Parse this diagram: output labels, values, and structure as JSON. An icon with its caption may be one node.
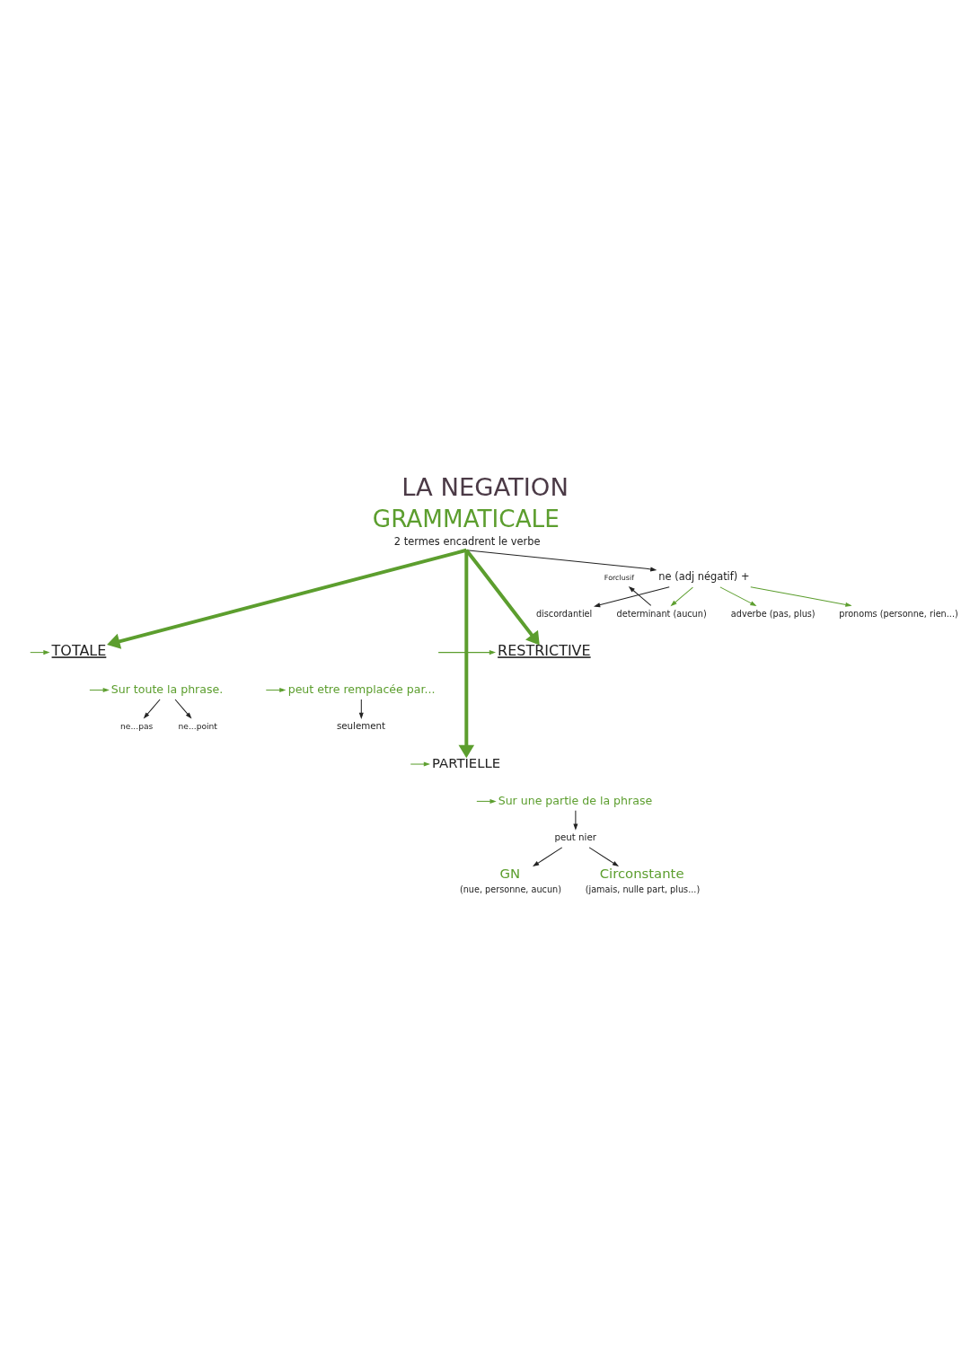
{
  "diagram": {
    "title": "LA NEGATION",
    "nodes": [
      {
        "text": [
          "GRAMMATICALE",
          "2 termes encadrent le verbe"
        ]
      },
      {
        "text": [
          "Forclusif"
        ]
      },
      {
        "text": [
          "ne (adj négatif) +"
        ]
      },
      {
        "text": [
          "determinant (aucun)"
        ]
      },
      {
        "text": [
          "adverbe (pas, plus)"
        ]
      },
      {
        "text": [
          "pronoms (personne, rien...)"
        ]
      },
      {
        "text": [
          "discordantiel"
        ]
      },
      {
        "text": [
          "TOTALE"
        ]
      },
      {
        "text": [
          "RESTRICTIVE"
        ]
      },
      {
        "text": [
          "Sur toute la phrase."
        ]
      },
      {
        "text": [
          "peut etre remplacée par..."
        ]
      },
      {
        "text": [
          "seulement"
        ]
      },
      {
        "text": [
          "ne...pas"
        ]
      },
      {
        "text": [
          "ne...point"
        ]
      },
      {
        "text": [
          "PARTIELLE"
        ]
      },
      {
        "text": [
          "Sur une partie de la phrase"
        ]
      },
      {
        "text": [
          "peut nier"
        ]
      },
      {
        "text": [
          "GN",
          "(nue, personne, aucun)"
        ]
      },
      {
        "text": [
          "Circonstante",
          "(jamais, nulle part, plus...)"
        ]
      }
    ],
    "edges": [
      {
        "from": 0,
        "to": 7,
        "arrow": "to",
        "style": "thick",
        "color": "#5c9e2e"
      },
      {
        "from": 0,
        "to": 14,
        "arrow": "to",
        "style": "thick",
        "color": "#5c9e2e"
      },
      {
        "from": 0,
        "to": 8,
        "arrow": "to",
        "style": "thick",
        "color": "#5c9e2e"
      },
      {
        "from": 0,
        "to": 2,
        "arrow": "to",
        "color": "#222222"
      },
      {
        "from": 2,
        "to": 6,
        "arrow": "to",
        "color": "#222222"
      },
      {
        "from": 2,
        "to": 3,
        "arrow": "to",
        "color": "#5c9e2e"
      },
      {
        "from": 2,
        "to": 4,
        "arrow": "to",
        "color": "#5c9e2e"
      },
      {
        "from": 2,
        "to": 5,
        "arrow": "to",
        "color": "#5c9e2e"
      },
      {
        "from": 3,
        "to": 1,
        "arrow": "to",
        "color": "#222222"
      },
      {
        "from": null,
        "to": 7,
        "arrow": "to",
        "color": "#5c9e2e"
      },
      {
        "from": null,
        "to": 8,
        "arrow": "to",
        "color": "#5c9e2e"
      },
      {
        "from": null,
        "to": 9,
        "arrow": "to",
        "color": "#5c9e2e"
      },
      {
        "from": null,
        "to": 10,
        "arrow": "to",
        "color": "#5c9e2e"
      },
      {
        "from": 9,
        "to": 12,
        "arrow": "to",
        "color": "#222222"
      },
      {
        "from": 9,
        "to": 13,
        "arrow": "to",
        "color": "#222222"
      },
      {
        "from": 10,
        "to": 11,
        "arrow": "to",
        "color": "#222222"
      },
      {
        "from": null,
        "to": 14,
        "arrow": "to",
        "color": "#5c9e2e"
      },
      {
        "from": null,
        "to": 15,
        "arrow": "to",
        "color": "#5c9e2e"
      },
      {
        "from": 15,
        "to": 16,
        "arrow": "to",
        "color": "#222222"
      },
      {
        "from": 16,
        "to": 17,
        "arrow": "to",
        "color": "#222222"
      },
      {
        "from": 16,
        "to": 18,
        "arrow": "to",
        "color": "#222222"
      }
    ]
  }
}
